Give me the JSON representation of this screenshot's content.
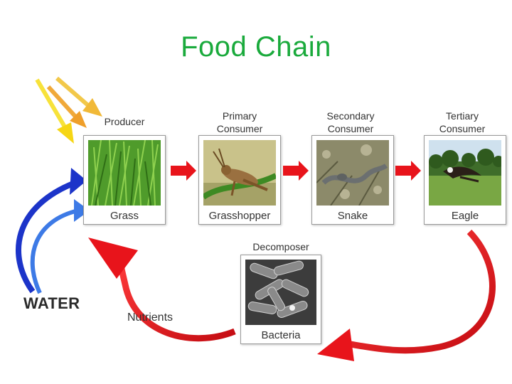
{
  "title": "Food Chain",
  "stages": [
    {
      "role": "Producer",
      "name": "Grass"
    },
    {
      "role": "Primary\nConsumer",
      "name": "Grasshopper"
    },
    {
      "role": "Secondary\nConsumer",
      "name": "Snake"
    },
    {
      "role": "Tertiary\nConsumer",
      "name": "Eagle"
    }
  ],
  "decomposer": {
    "role": "Decomposer",
    "name": "Bacteria"
  },
  "labels": {
    "water": "WATER",
    "nutrients": "Nutrients"
  },
  "colors": {
    "title": "#1aaa3c",
    "flow_arrow": "#e8141b",
    "water_arrow": "#1e3fd8",
    "sun_arrow": "#f7d11b"
  }
}
